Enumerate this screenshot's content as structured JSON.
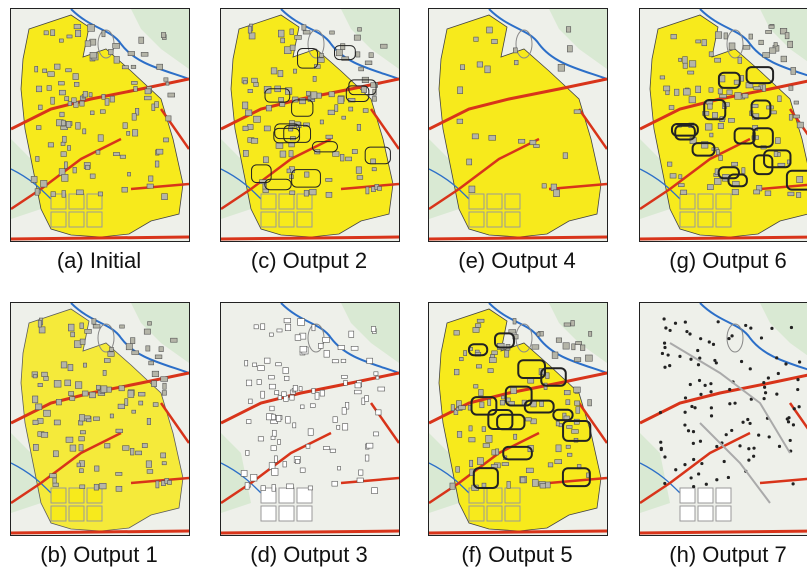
{
  "panels": [
    {
      "id": "a",
      "caption": "(a) Initial",
      "style": "dense-yellow"
    },
    {
      "id": "c",
      "caption": "(c) Output 2",
      "style": "grouped-yellow"
    },
    {
      "id": "e",
      "caption": "(e) Output 4",
      "style": "merged-yellow"
    },
    {
      "id": "g",
      "caption": "(g) Output 6",
      "style": "bold-outline-yellow"
    },
    {
      "id": "b",
      "caption": "(b) Output 1",
      "style": "partial-yellow"
    },
    {
      "id": "d",
      "caption": "(d) Output 3",
      "style": "outline-only"
    },
    {
      "id": "f",
      "caption": "(f) Output 5",
      "style": "bold-outline-yellow-light"
    },
    {
      "id": "h",
      "caption": "(h) Output 7",
      "style": "dots"
    }
  ],
  "colors": {
    "fill_yellow": "#f7ea1c",
    "road_red": "#d8341a",
    "river_blue": "#2c6fc8",
    "outline_gray": "#777777",
    "background": "#eef0ea",
    "green_patch": "#d9e9d3"
  }
}
